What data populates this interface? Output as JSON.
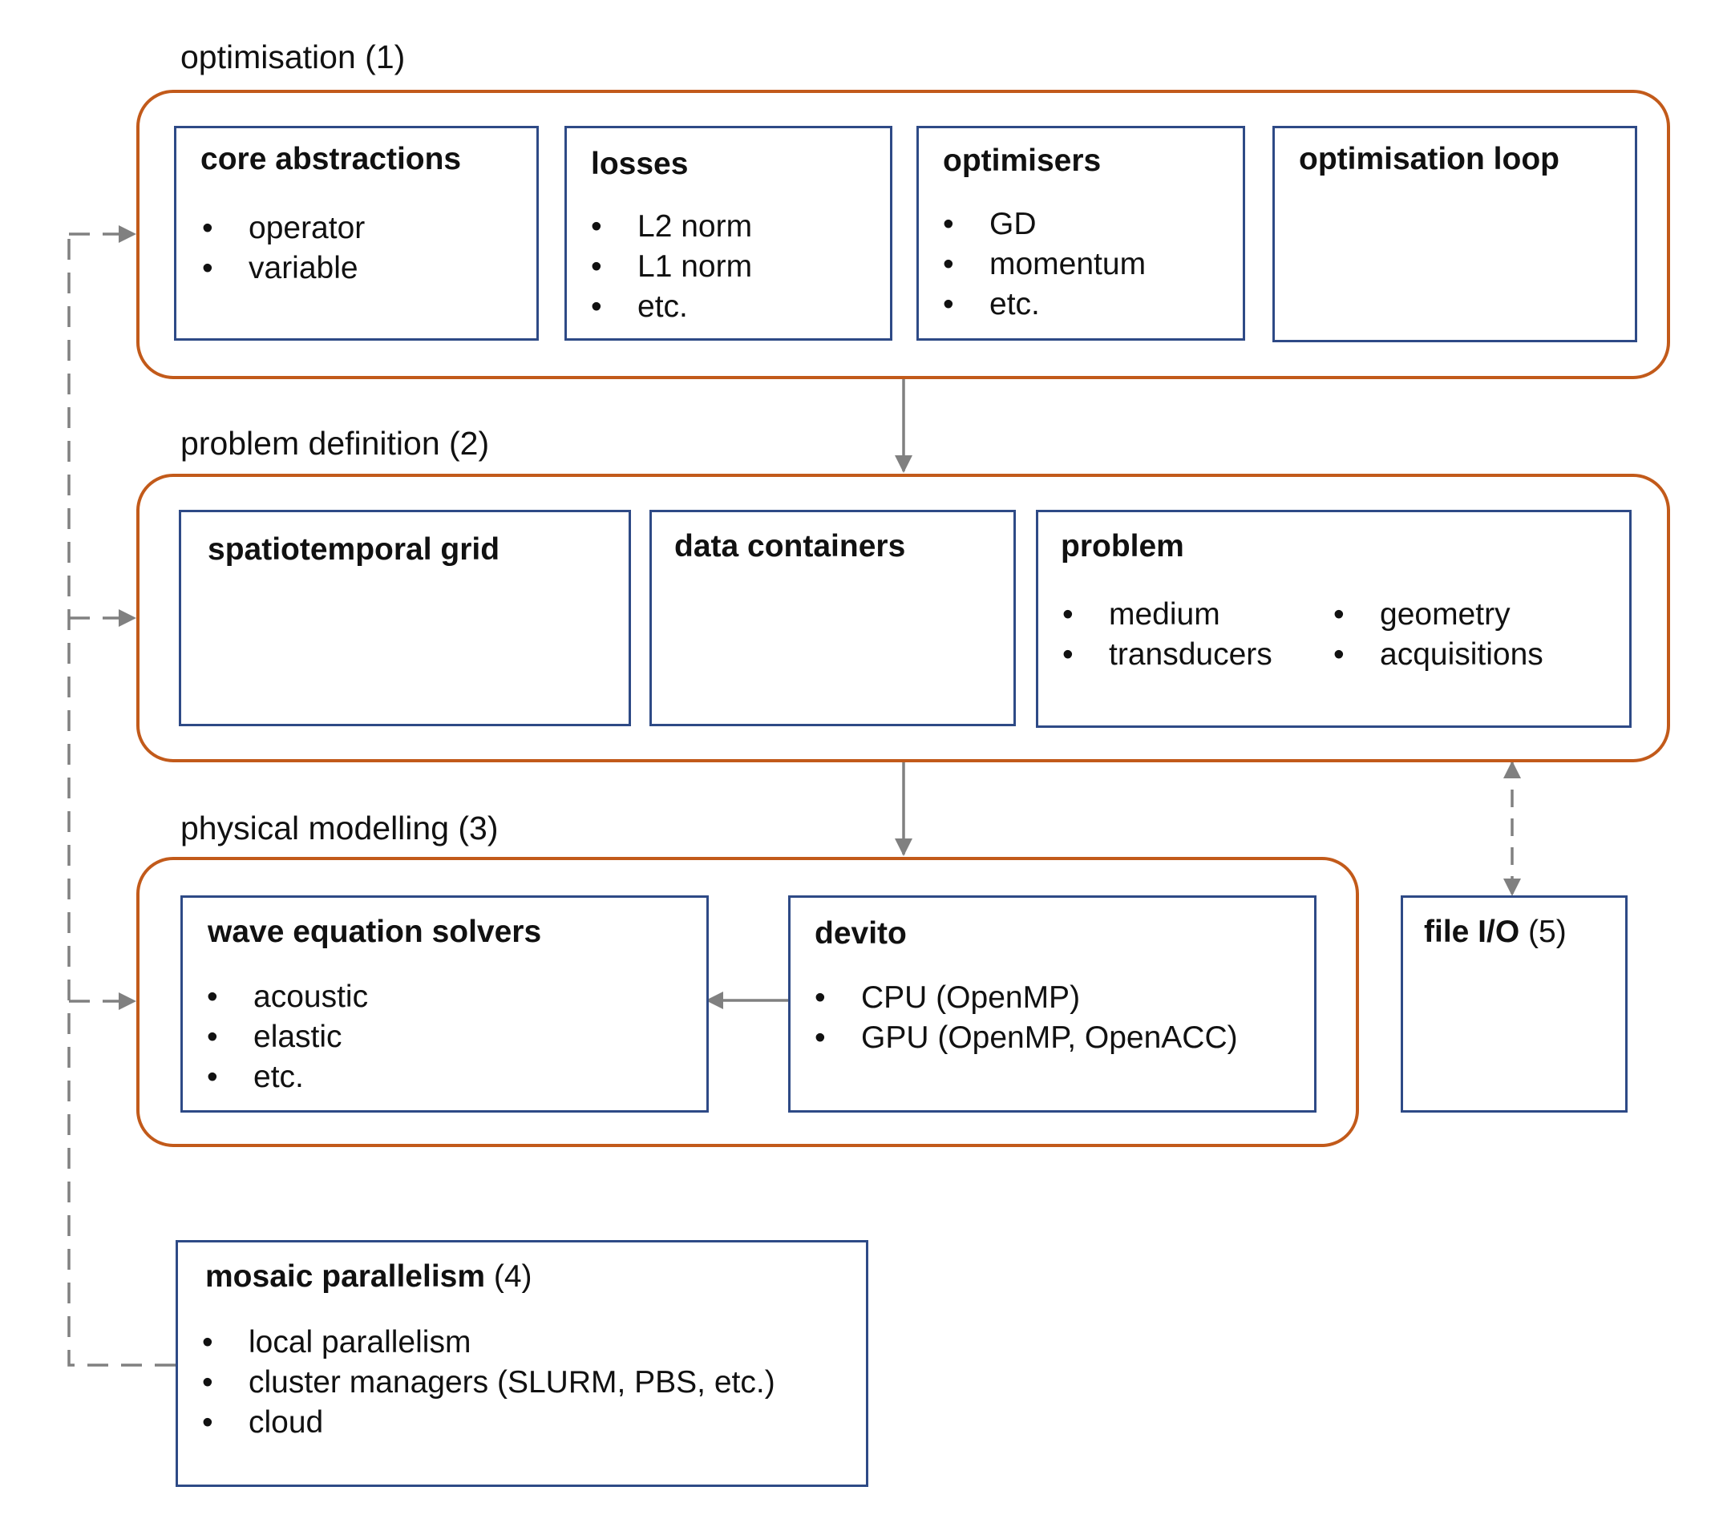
{
  "groups": {
    "optimisation": {
      "label": "optimisation (1)",
      "boxes": {
        "core": {
          "title": "core abstractions",
          "items": [
            "operator",
            "variable"
          ]
        },
        "losses": {
          "title": "losses",
          "items": [
            "L2 norm",
            "L1 norm",
            "etc."
          ]
        },
        "optimisers": {
          "title": "optimisers",
          "items": [
            "GD",
            "momentum",
            "etc."
          ]
        },
        "loop": {
          "title": "optimisation loop"
        }
      }
    },
    "problem_definition": {
      "label": "problem definition (2)",
      "boxes": {
        "grid": {
          "title": "spatiotemporal grid"
        },
        "containers": {
          "title": "data containers"
        },
        "problem": {
          "title": "problem",
          "items_left": [
            "medium",
            "transducers"
          ],
          "items_right": [
            "geometry",
            "acquisitions"
          ]
        }
      }
    },
    "physical_modelling": {
      "label": "physical modelling (3)",
      "boxes": {
        "solvers": {
          "title": "wave equation solvers",
          "items": [
            "acoustic",
            "elastic",
            "etc."
          ]
        },
        "devito": {
          "title": "devito",
          "items": [
            "CPU (OpenMP)",
            "GPU (OpenMP, OpenACC)"
          ]
        }
      }
    }
  },
  "mosaic": {
    "title": "mosaic parallelism",
    "suffix": "(4)",
    "items": [
      "local parallelism",
      "cluster managers (SLURM, PBS, etc.)",
      "cloud"
    ]
  },
  "fileio": {
    "title": "file I/O",
    "suffix": "(5)"
  },
  "bullet_char": "•",
  "colors": {
    "group_border": "#c25a1a",
    "box_border": "#2e4a86",
    "arrow": "#808080"
  }
}
